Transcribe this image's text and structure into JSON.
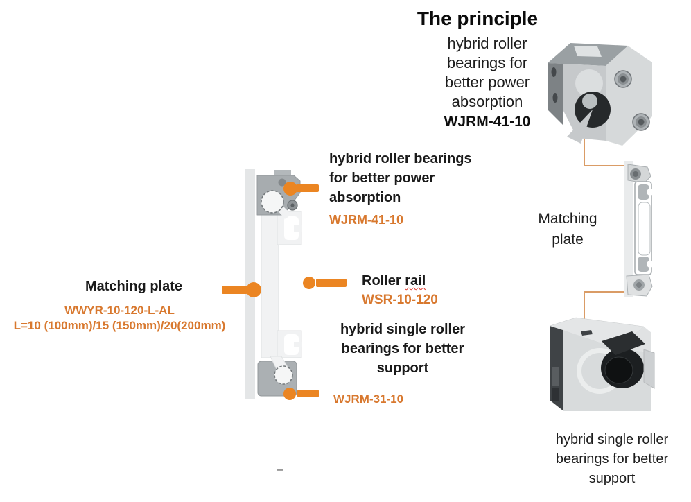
{
  "colors": {
    "orange_text": "#D8782E",
    "orange_marker": "#EB8522",
    "connector_line": "#DA9C66",
    "text_black": "#1A1A1A",
    "squiggle_red": "#E03C31"
  },
  "title": "The principle",
  "header_block": {
    "lines": [
      "hybrid roller",
      "bearings for",
      "better power",
      "absorption"
    ],
    "part_number": "WJRM-41-10"
  },
  "labels": {
    "upper_bearing": {
      "lines": [
        "hybrid roller bearings",
        "for better power",
        "absorption"
      ],
      "part_number": "WJRM-41-10"
    },
    "matching_plate_left": {
      "title": "Matching plate",
      "code_lines": [
        "WWYR-10-120-L-AL",
        "L=10 (100mm)/15 (150mm)/20(200mm)"
      ]
    },
    "roller_rail": {
      "title_prefix": "Roller ",
      "title_underlined_word": "rail",
      "part_number": "WSR-10-120"
    },
    "lower_bearing": {
      "lines": [
        "hybrid single roller",
        "bearings for better",
        "support"
      ],
      "part_number": "WJRM-31-10"
    },
    "matching_plate_right": {
      "lines": [
        "Matching",
        "plate"
      ]
    },
    "bottom_right_caption": {
      "lines": [
        "hybrid single roller",
        "bearings for better",
        "support"
      ]
    }
  },
  "misc": {
    "bottom_dash": "–"
  }
}
